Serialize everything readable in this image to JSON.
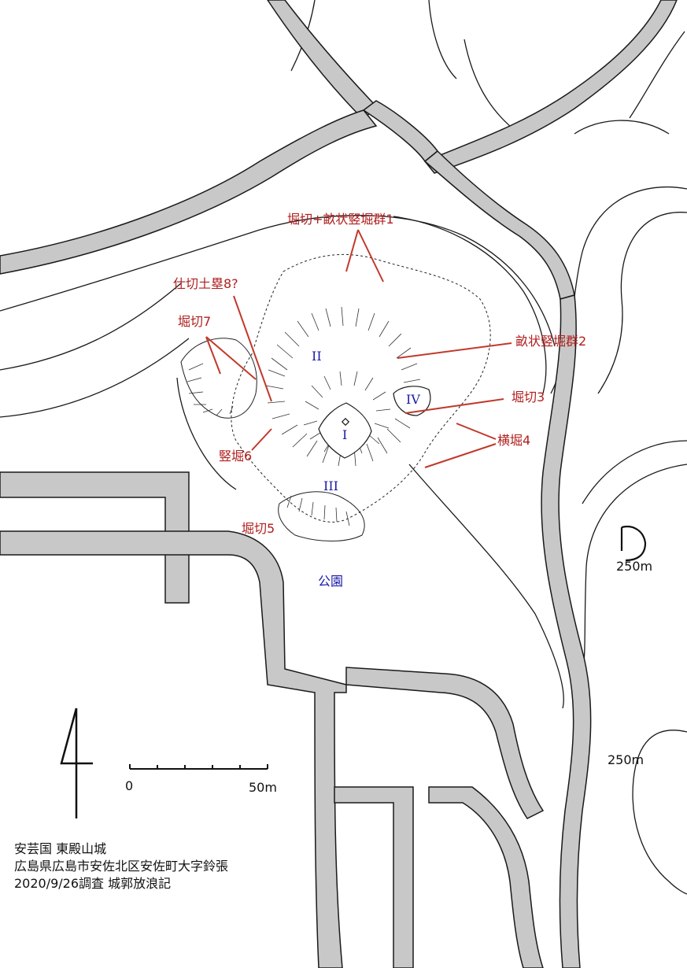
{
  "colors": {
    "road_fill": "#c8c8c8",
    "outline": "#1a1a1a",
    "feature_label": "#b01e1e",
    "area_label": "#1a1aa8",
    "leader_line": "#c0392b"
  },
  "feature_labels": {
    "horikiri_1": "堀切+畝状竪堀群1",
    "shikiri_8": "仕切土塁8?",
    "horikiri_7": "堀切7",
    "uneyo_2": "畝状竪堀群2",
    "horikiri_3": "堀切3",
    "yokobori_4": "横堀4",
    "tatebori_6": "竪堀6",
    "horikiri_5": "堀切5"
  },
  "area_labels": {
    "kuruwa_1": "I",
    "kuruwa_2": "II",
    "kuruwa_3": "III",
    "kuruwa_4": "IV",
    "park": "公園"
  },
  "contours": {
    "label_upper": "250m",
    "label_lower": "250m"
  },
  "scale_bar": {
    "start": "0",
    "end": "50m",
    "length_m": 50
  },
  "north_arrow": "north-arrow-icon",
  "caption": {
    "line1": "安芸国 東殿山城",
    "line2": "広島県広島市安佐北区安佐町大字鈴張",
    "line3": "2020/9/26調査 城郭放浪記"
  }
}
